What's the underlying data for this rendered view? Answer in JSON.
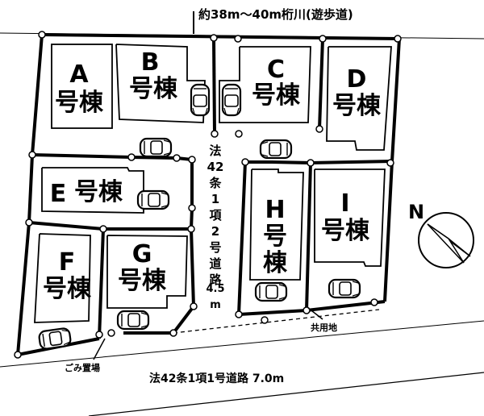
{
  "top_road": "約38m～40m桁川(遊歩道)",
  "side_road": [
    "法",
    "42",
    "条",
    "1",
    "項",
    "2",
    "号",
    "道",
    "路"
  ],
  "side_road_width": [
    "4.5",
    "m"
  ],
  "bottom_road": "法42条1項1号道路 7.0m",
  "garbage_label": "ごみ置場",
  "shared_label": "共用地",
  "north_label": "N",
  "lots": {
    "a": {
      "letter": "A",
      "word": "号棟"
    },
    "b": {
      "letter": "B",
      "word": "号棟"
    },
    "c": {
      "letter": "C",
      "word": "号棟"
    },
    "d": {
      "letter": "D",
      "word": "号棟"
    },
    "e": {
      "letter": "E",
      "word": "号棟"
    },
    "f": {
      "letter": "F",
      "word": "号棟"
    },
    "g": {
      "letter": "G",
      "word": "号棟"
    },
    "h": {
      "letter": "H",
      "char1": "号",
      "char2": "棟"
    },
    "i": {
      "letter": "I",
      "word": "号棟"
    }
  }
}
